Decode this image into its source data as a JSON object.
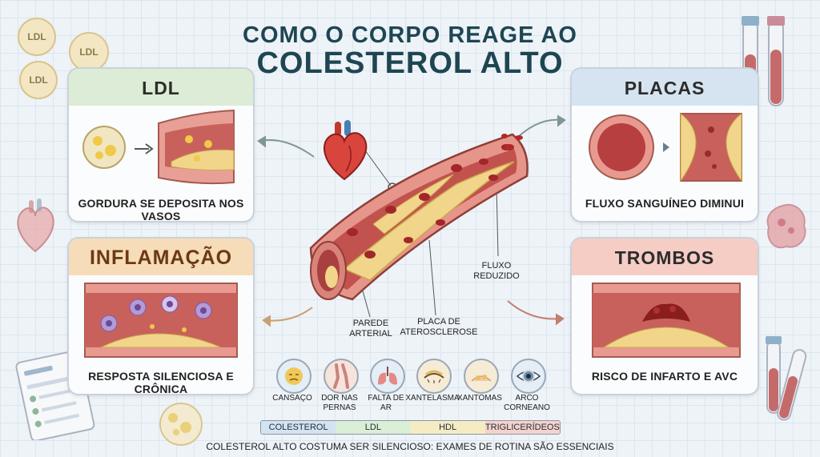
{
  "title": {
    "line1": "COMO O CORPO REAGE AO",
    "line2": "COLESTEROL ALTO"
  },
  "cards": {
    "ldl": {
      "title": "LDL",
      "caption": "GORDURA SE DEPOSITA NOS VASOS",
      "color": "#dcecd6"
    },
    "placas": {
      "title": "PLACAS",
      "caption": "FLUXO SANGUÍNEO DIMINUI",
      "color": "#d6e4f1"
    },
    "inflamacao": {
      "title": "INFLAMAÇÃO",
      "caption": "RESPOSTA SILENCIOSA E CRÔNICA",
      "color": "#f6dcb8"
    },
    "trombos": {
      "title": "TROMBOS",
      "caption": "RISCO DE INFARTO E AVC",
      "color": "#f5cdc4"
    }
  },
  "badges": [
    "LDL",
    "LDL",
    "LDL"
  ],
  "artery_labels": {
    "wall": "PAREDE\nARTERIAL",
    "plaque": "PLACA DE\nATEROSCLEROSE",
    "flow": "FLUXO\nREDUZIDO"
  },
  "symptoms": [
    "CANSAÇO",
    "DOR NAS\nPERNAS",
    "FALTA DE\nAR",
    "XANTELASMA",
    "XANTOMAS",
    "ARCO\nCORNEANO"
  ],
  "legend": [
    {
      "label": "COLESTEROL TOTAL",
      "color": "#d4e3f1"
    },
    {
      "label": "LDL",
      "color": "#dbeed6"
    },
    {
      "label": "HDL",
      "color": "#f6ecc4"
    },
    {
      "label": "TRIGLICERÍDEOS",
      "color": "#f5d2cc"
    }
  ],
  "footer": "COLESTEROL ALTO COSTUMA SER SILENCIOSO: EXAMES DE ROTINA SÃO ESSENCIAIS"
}
